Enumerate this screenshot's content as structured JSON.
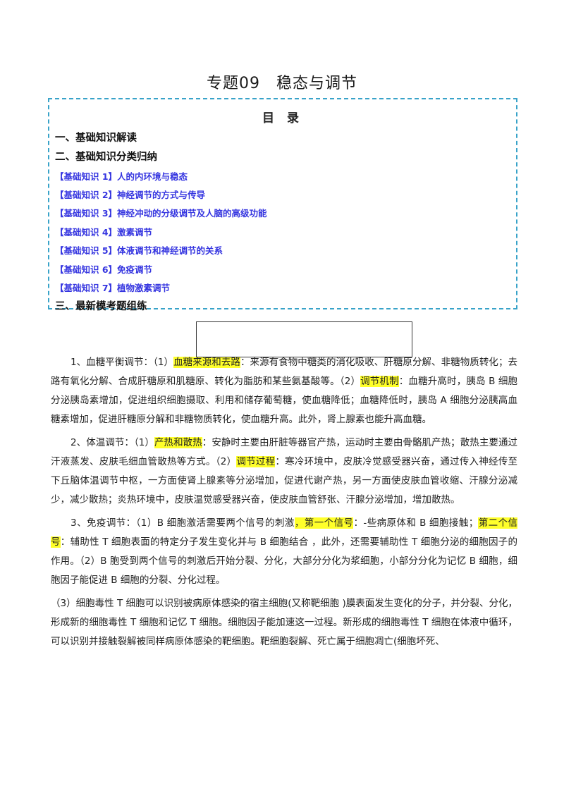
{
  "page_title": "专题09　稳态与调节",
  "toc": {
    "heading": "目 录",
    "sections": [
      "一、基础知识解读",
      "二、基础知识分类归纳",
      "三、最新模考题组练"
    ],
    "items": [
      "【基础知识 1】人的内环境与稳态",
      "【基础知识 2】神经调节的方式与传导",
      "【基础知识 3】神经冲动的分级调节及人脑的高级功能",
      "【基础知识 4】激素调节",
      "【基础知识 5】体液调节和神经调节的关系",
      "【基础知识 6】免疫调节",
      "【基础知识 7】植物激素调节"
    ]
  },
  "paragraphs": {
    "p1": {
      "a": "1、血糖平衡调节：（1）",
      "hl1": "血糖来源和去路",
      "b": "：来源有食物中糖类的消化吸收、肝糖原分解、非糖物质转化；去路有氧化分解、合成肝糖原和肌糖原、转化为脂肪和某些氨基酸等。（2）",
      "hl2": "调节机制",
      "c": "：血糖升高时，胰岛 B 细胞分泌胰岛素增加，促进组织细胞摄取、利用和储存葡萄糖，使血糖降低；血糖降低时，胰岛 A 细胞分泌胰高血糖素增加，促进肝糖原分解和非糖物质转化，使血糖升高。此外，肾上腺素也能升高血糖。"
    },
    "p2": {
      "a": "2、体温调节：（1）",
      "hl1": "产热和散热",
      "b": "：安静时主要由肝脏等器官产热，运动时主要由骨骼肌产热；散热主要通过汗液蒸发、皮肤毛细血管散热等方式。（2）",
      "hl2": "调节过程",
      "c": "：寒冷环境中，皮肤冷觉感受器兴奋，通过传入神经传至下丘脑体温调节中枢，一方面使肾上腺素等分泌增加，促进代谢产热，另一方面使皮肤血管收缩、汗腺分泌减少，减少散热；炎热环境中，皮肤温觉感受器兴奋，使皮肤血管舒张、汗腺分泌增加，增加散热。"
    },
    "p3": {
      "a": "3、免疫调节：（1）B 细胞激活需要两个信号的刺激",
      "hl1": "，第一个信号",
      "b": "：-些病原体和 B 细胞接触；",
      "hl2": "第二个信号",
      "c": "：辅助性 T 细胞表面的特定分子发生变化并与 B 细胞结合 ，此外，还需要辅助性 T 细胞分泌的细胞因子的作用。（2）B 胞受到两个信号的刺激后开始分裂、分化，大部分分化为浆细胞，小部分分化为记忆 B 细胞，细胞因子能促进 B 细胞的分裂、分化过程。"
    },
    "p4": "（3）细胞毒性 T 细胞可以识别被病原体感染的宿主细胞(又称靶细胞 )膜表面发生变化的分子，并分裂、分化，形成新的细胞毒性 T 细胞和记忆 T 细胞。细胞因子能加速这一过程。新形成的细胞毒性 T 细胞在体液中循环，可以识别并接触裂解被同样病原体感染的靶细胞。靶细胞裂解、死亡属于细胞凋亡(细胞坏死、"
  },
  "colors": {
    "toc_border": "#39a3c9",
    "toc_link": "#3535e0",
    "highlight": "#ffff2a"
  }
}
